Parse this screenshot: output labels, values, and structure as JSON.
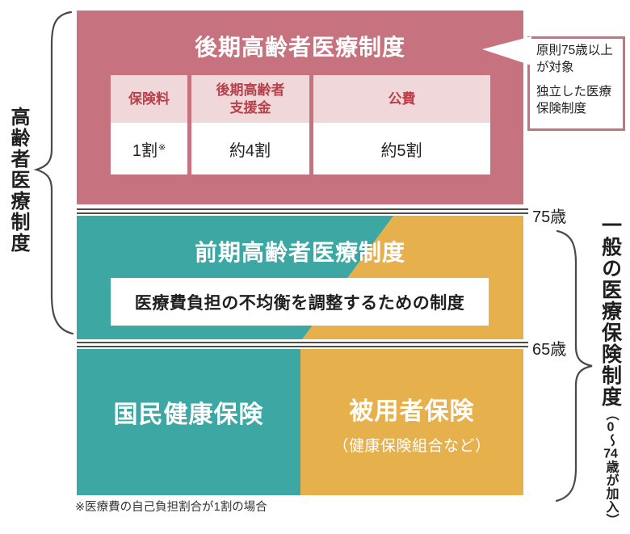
{
  "left_label": "高齢者医療制度",
  "kouki": {
    "title": "後期高齢者医療制度",
    "table": {
      "columns": [
        {
          "header": "保険料",
          "value": "1割",
          "value_note": "※"
        },
        {
          "header": "後期高齢者\n支援金",
          "value": "約4割",
          "value_note": ""
        },
        {
          "header": "公費",
          "value": "約5割",
          "value_note": ""
        }
      ]
    }
  },
  "annotation": {
    "para1": "原則75歳以上\nが対象",
    "para2": "独立した医療\n保険制度"
  },
  "age_markers": {
    "age75": "75歳",
    "age65": "65歳"
  },
  "zenki": {
    "title": "前期高齢者医療制度",
    "description": "医療費負担の不均衡を調整するための制度"
  },
  "bottom": {
    "left_box": "国民健康保険",
    "right_box": "被用者保険",
    "right_box_sub": "（健康保険組合など）"
  },
  "right_label": {
    "main": "一般の医療保険制度",
    "paren_open": "（",
    "zero": "0",
    "tilde": "〜",
    "seventy_four": "74",
    "suffix": "歳が加入",
    "paren_close": "）"
  },
  "footnote": "※医療費の自己負担割合が1割の場合",
  "colors": {
    "rose": "#c7737f",
    "rose_light": "#f0d7d9",
    "red_text": "#b8404a",
    "teal": "#3da7a4",
    "orange": "#e6b04d",
    "line_gray": "#4d4d4d",
    "text_dark": "#1f1f1f"
  }
}
